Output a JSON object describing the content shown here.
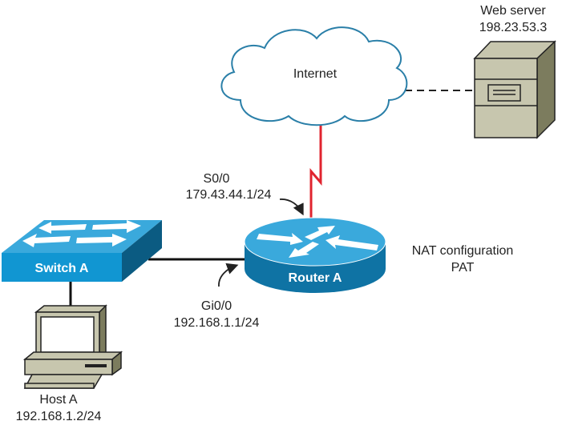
{
  "cloud": {
    "label": "Internet"
  },
  "web_server": {
    "name": "Web server",
    "ip": "198.23.53.3"
  },
  "router": {
    "name": "Router A",
    "nat_title": "NAT configuration",
    "nat_type": "PAT"
  },
  "switch": {
    "name": "Switch A"
  },
  "host": {
    "name": "Host A",
    "ip": "192.168.1.2/24"
  },
  "interfaces": {
    "serial": {
      "name": "S0/0",
      "ip": "179.43.44.1/24"
    },
    "gig": {
      "name": "Gi0/0",
      "ip": "192.168.1.1/24"
    }
  },
  "colors": {
    "device_blue": "#3aa9dc",
    "device_dark": "#0f6f9e",
    "serial_link": "#e0242f",
    "server_beige": "#c7c6ae"
  }
}
